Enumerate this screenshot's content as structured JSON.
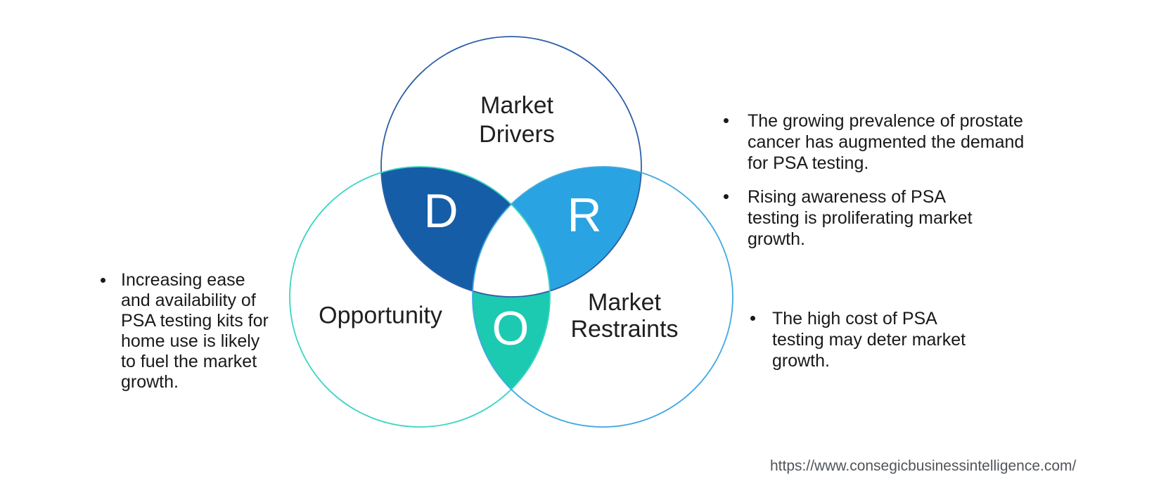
{
  "diagram": {
    "drivers": {
      "label_lines": [
        "Market",
        "Drivers"
      ],
      "letter": "D",
      "outline_color": "#2d5fa6",
      "fill_color": "#155da6"
    },
    "opportunity": {
      "label": "Opportunity",
      "letter": "O",
      "outline_color": "#3bd6c1",
      "fill_color": "#1cc9b1"
    },
    "restraints": {
      "label_lines": [
        "Market",
        "Restraints"
      ],
      "letter": "R",
      "outline_color": "#41a9e2",
      "fill_color": "#29a3e2"
    }
  },
  "bullets": {
    "left": {
      "lines": [
        "Increasing ease",
        "and availability of",
        "PSA testing kits for",
        "home use is likely",
        "to fuel the market",
        "growth."
      ]
    },
    "right_top": {
      "lines": [
        "The growing prevalence of prostate",
        "cancer has augmented the demand",
        "for PSA testing."
      ]
    },
    "right_middle": {
      "lines": [
        "Rising awareness of PSA",
        "testing is proliferating market",
        "growth."
      ]
    },
    "right_bottom": {
      "lines": [
        "The high cost of PSA",
        "testing may deter market",
        "growth."
      ]
    }
  },
  "footer": {
    "url": "https://www.consegicbusinessintelligence.com/"
  }
}
